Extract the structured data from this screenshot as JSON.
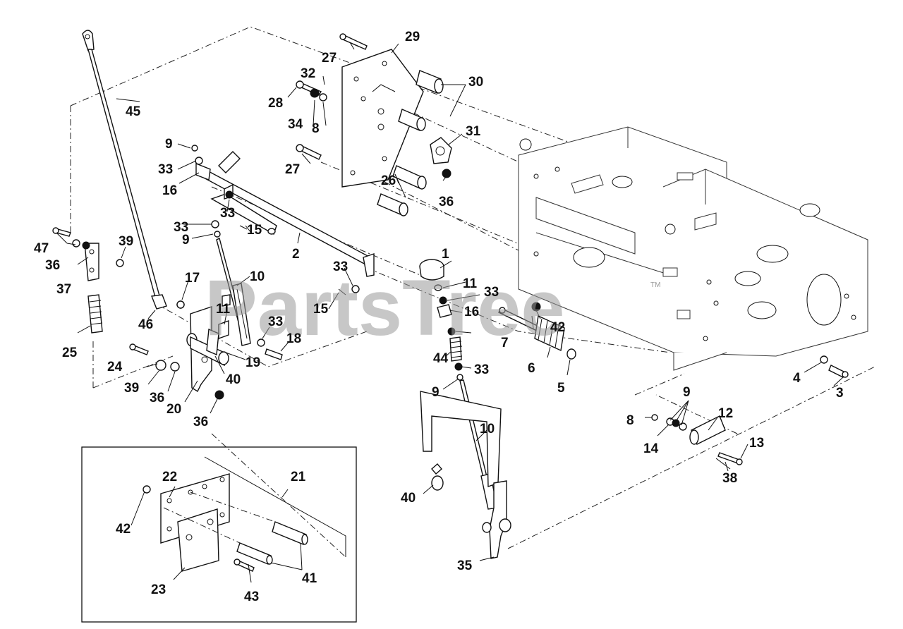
{
  "watermark": {
    "text": "PartsTree",
    "trademark": "TM"
  },
  "callouts": [
    {
      "id": "c1",
      "text": "1"
    },
    {
      "id": "c2",
      "text": "2"
    },
    {
      "id": "c3",
      "text": "3"
    },
    {
      "id": "c4",
      "text": "4"
    },
    {
      "id": "c5",
      "text": "5"
    },
    {
      "id": "c6",
      "text": "6"
    },
    {
      "id": "c7",
      "text": "7"
    },
    {
      "id": "c8a",
      "text": "8"
    },
    {
      "id": "c8b",
      "text": "8"
    },
    {
      "id": "c9a",
      "text": "9"
    },
    {
      "id": "c9b",
      "text": "9"
    },
    {
      "id": "c9c",
      "text": "9"
    },
    {
      "id": "c9d",
      "text": "9"
    },
    {
      "id": "c10a",
      "text": "10"
    },
    {
      "id": "c10b",
      "text": "10"
    },
    {
      "id": "c11a",
      "text": "11"
    },
    {
      "id": "c11b",
      "text": "11"
    },
    {
      "id": "c12",
      "text": "12"
    },
    {
      "id": "c13",
      "text": "13"
    },
    {
      "id": "c14",
      "text": "14"
    },
    {
      "id": "c15a",
      "text": "15"
    },
    {
      "id": "c15b",
      "text": "15"
    },
    {
      "id": "c16a",
      "text": "16"
    },
    {
      "id": "c16b",
      "text": "16"
    },
    {
      "id": "c17",
      "text": "17"
    },
    {
      "id": "c18",
      "text": "18"
    },
    {
      "id": "c19",
      "text": "19"
    },
    {
      "id": "c20",
      "text": "20"
    },
    {
      "id": "c21",
      "text": "21"
    },
    {
      "id": "c22",
      "text": "22"
    },
    {
      "id": "c23",
      "text": "23"
    },
    {
      "id": "c24",
      "text": "24"
    },
    {
      "id": "c25",
      "text": "25"
    },
    {
      "id": "c26",
      "text": "26"
    },
    {
      "id": "c27a",
      "text": "27"
    },
    {
      "id": "c27b",
      "text": "27"
    },
    {
      "id": "c28",
      "text": "28"
    },
    {
      "id": "c29",
      "text": "29"
    },
    {
      "id": "c30",
      "text": "30"
    },
    {
      "id": "c31",
      "text": "31"
    },
    {
      "id": "c32",
      "text": "32"
    },
    {
      "id": "c33a",
      "text": "33"
    },
    {
      "id": "c33b",
      "text": "33"
    },
    {
      "id": "c33c",
      "text": "33"
    },
    {
      "id": "c33d",
      "text": "33"
    },
    {
      "id": "c33e",
      "text": "33"
    },
    {
      "id": "c33f",
      "text": "33"
    },
    {
      "id": "c33g",
      "text": "33"
    },
    {
      "id": "c34",
      "text": "34"
    },
    {
      "id": "c35",
      "text": "35"
    },
    {
      "id": "c36a",
      "text": "36"
    },
    {
      "id": "c36b",
      "text": "36"
    },
    {
      "id": "c36c",
      "text": "36"
    },
    {
      "id": "c36d",
      "text": "36"
    },
    {
      "id": "c37",
      "text": "37"
    },
    {
      "id": "c38",
      "text": "38"
    },
    {
      "id": "c39a",
      "text": "39"
    },
    {
      "id": "c39b",
      "text": "39"
    },
    {
      "id": "c40a",
      "text": "40"
    },
    {
      "id": "c40b",
      "text": "40"
    },
    {
      "id": "c41",
      "text": "41"
    },
    {
      "id": "c42a",
      "text": "42"
    },
    {
      "id": "c42b",
      "text": "42"
    },
    {
      "id": "c43",
      "text": "43"
    },
    {
      "id": "c44",
      "text": "44"
    },
    {
      "id": "c45",
      "text": "45"
    },
    {
      "id": "c46",
      "text": "46"
    },
    {
      "id": "c47",
      "text": "47"
    }
  ],
  "colors": {
    "ink": "#111111",
    "watermark": "#9a9a9a",
    "background": "#ffffff"
  }
}
